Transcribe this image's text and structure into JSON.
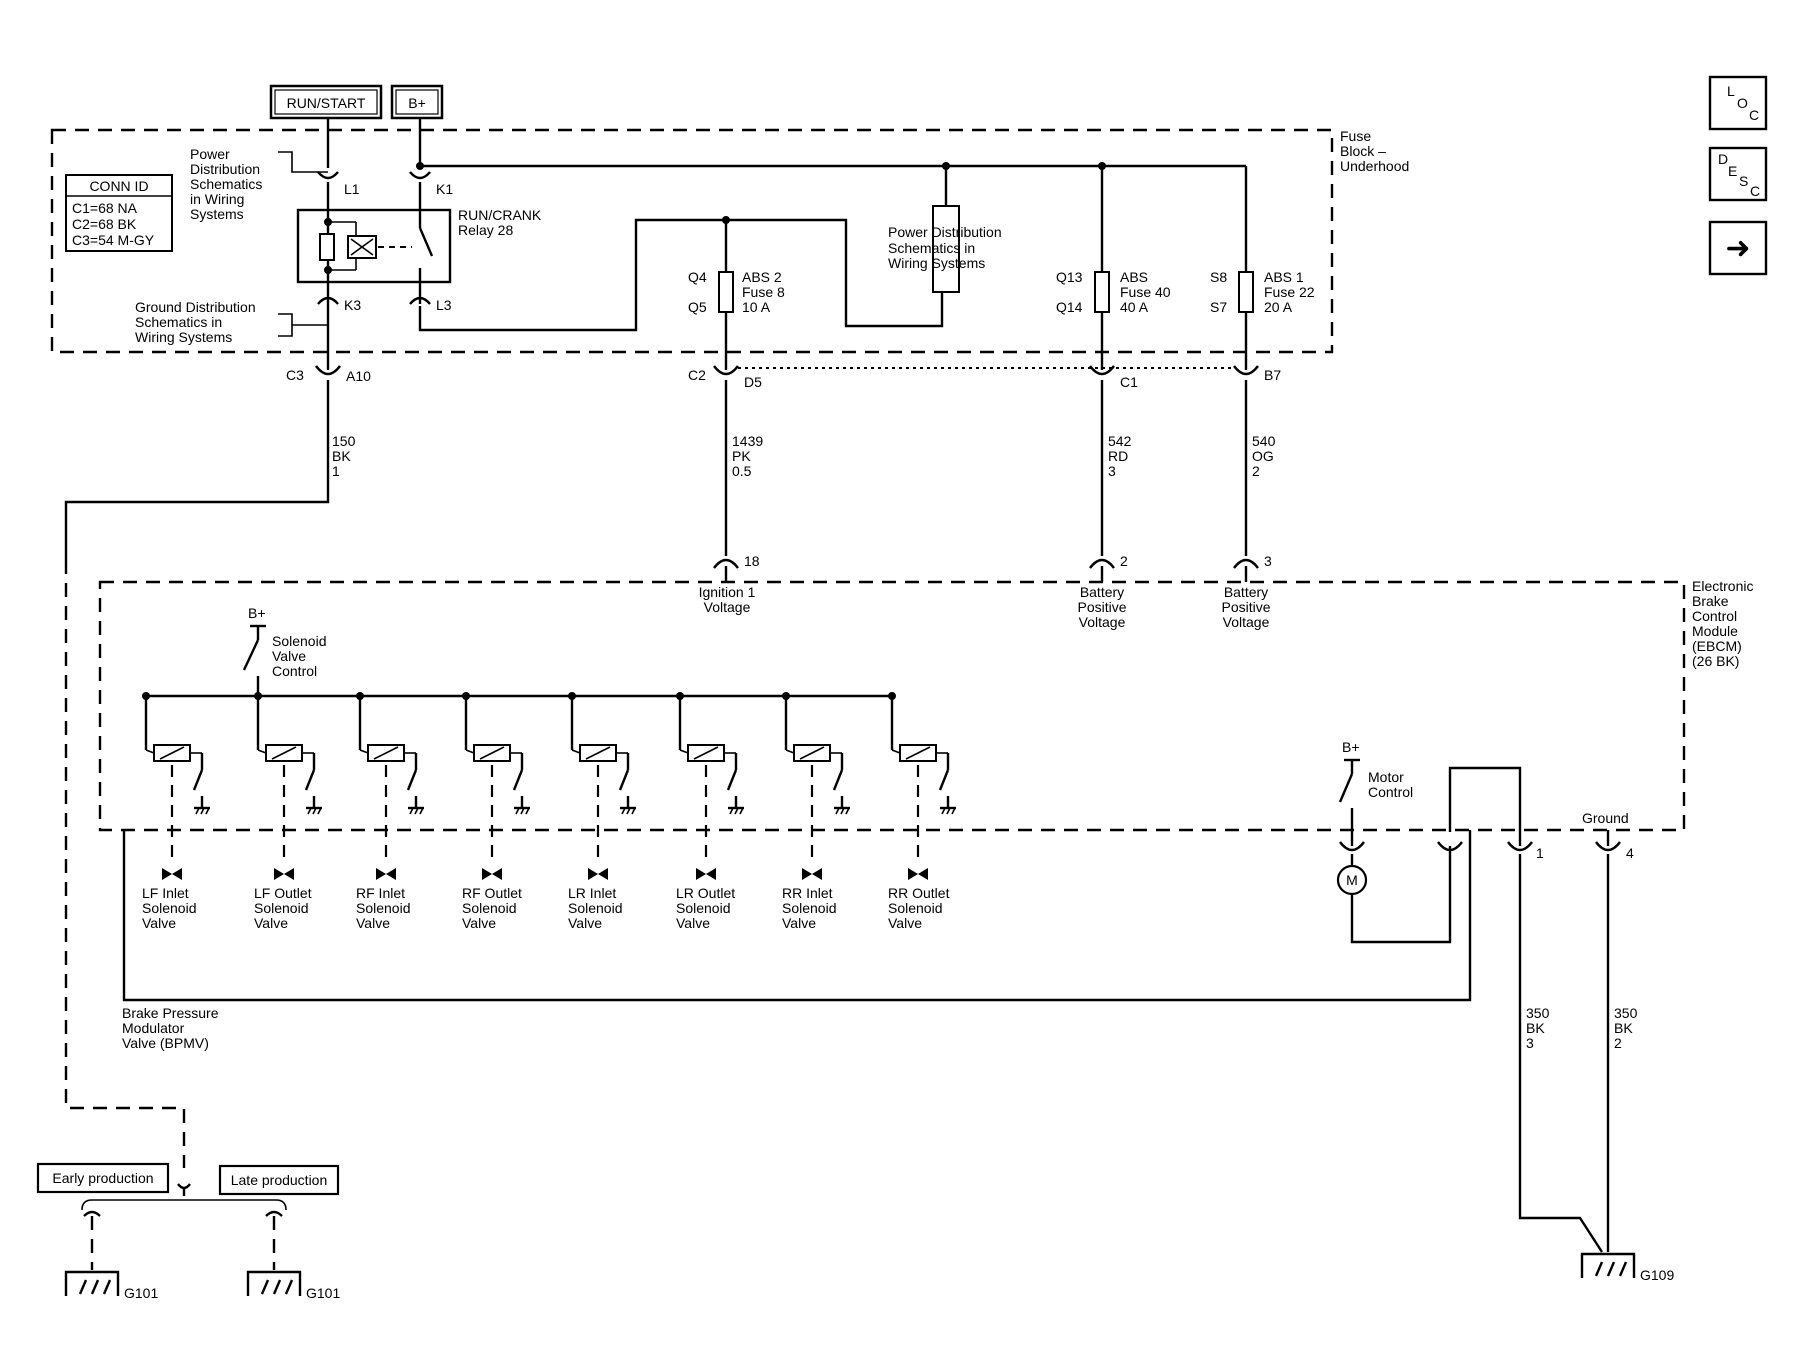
{
  "power_boxes": {
    "run_start": "RUN/START",
    "b_plus": "B+"
  },
  "nav": {
    "loc": [
      "L",
      "O",
      "C"
    ],
    "desc": [
      "D",
      "E",
      "S",
      "C"
    ],
    "next_arrow": "➜"
  },
  "fuse_block": {
    "name": [
      "Fuse",
      "Block –",
      "Underhood"
    ]
  },
  "conn_id": {
    "title": "CONN ID",
    "rows": [
      "C1=68 NA",
      "C2=68 BK",
      "C3=54 M-GY"
    ]
  },
  "refs": {
    "power_dist_left": [
      "Power",
      "Distribution",
      "Schematics",
      "in Wiring",
      "Systems"
    ],
    "ground_dist": [
      "Ground Distribution",
      "Schematics in",
      "Wiring Systems"
    ],
    "power_dist_mid": [
      "Power Distribution",
      "Schematics in",
      "Wiring Systems"
    ]
  },
  "relay": {
    "name": [
      "RUN/CRANK",
      "Relay 28"
    ],
    "pins": [
      "L1",
      "K1",
      "K3",
      "L3"
    ]
  },
  "fuses": [
    {
      "top_pin": "Q4",
      "bottom_pin": "Q5",
      "label": [
        "ABS 2",
        "Fuse 8",
        "10 A"
      ]
    },
    {
      "top_pin": "Q13",
      "bottom_pin": "Q14",
      "label": [
        "ABS",
        "Fuse 40",
        "40 A"
      ]
    },
    {
      "top_pin": "S8",
      "bottom_pin": "S7",
      "label": [
        "ABS 1",
        "Fuse 22",
        "20 A"
      ]
    }
  ],
  "connectors": {
    "c3": "C3",
    "a10": "A10",
    "c2": "C2",
    "d5": "D5",
    "c1": "C1",
    "b7": "B7",
    "pin18": "18",
    "pin2": "2",
    "pin3": "3",
    "pin1": "1",
    "pin4": "4"
  },
  "wires": {
    "w150": [
      "150",
      "BK",
      "1"
    ],
    "w1439": [
      "1439",
      "PK",
      "0.5"
    ],
    "w542": [
      "542",
      "RD",
      "3"
    ],
    "w540": [
      "540",
      "OG",
      "2"
    ],
    "w350a": [
      "350",
      "BK",
      "3"
    ],
    "w350b": [
      "350",
      "BK",
      "2"
    ]
  },
  "ebcm": {
    "name": [
      "Electronic",
      "Brake",
      "Control",
      "Module",
      "(EBCM)",
      "(26 BK)"
    ],
    "inputs": [
      [
        "Ignition 1",
        "Voltage"
      ],
      [
        "Battery",
        "Positive",
        "Voltage"
      ],
      [
        "Battery",
        "Positive",
        "Voltage"
      ]
    ],
    "bplus": "B+",
    "solenoid_ctrl": [
      "Solenoid",
      "Valve",
      "Control"
    ],
    "motor_bplus": "B+",
    "motor_ctrl": [
      "Motor",
      "Control"
    ],
    "motor": "M",
    "ground_label": "Ground"
  },
  "solenoids": [
    [
      "LF Inlet",
      "Solenoid",
      "Valve"
    ],
    [
      "LF Outlet",
      "Solenoid",
      "Valve"
    ],
    [
      "RF Inlet",
      "Solenoid",
      "Valve"
    ],
    [
      "RF Outlet",
      "Solenoid",
      "Valve"
    ],
    [
      "LR Inlet",
      "Solenoid",
      "Valve"
    ],
    [
      "LR Outlet",
      "Solenoid",
      "Valve"
    ],
    [
      "RR Inlet",
      "Solenoid",
      "Valve"
    ],
    [
      "RR Outlet",
      "Solenoid",
      "Valve"
    ]
  ],
  "bpmv": [
    "Brake Pressure",
    "Modulator",
    "Valve (BPMV)"
  ],
  "production": {
    "early": "Early production",
    "late": "Late production"
  },
  "grounds": {
    "g101a": "G101",
    "g101b": "G101",
    "g109": "G109"
  }
}
